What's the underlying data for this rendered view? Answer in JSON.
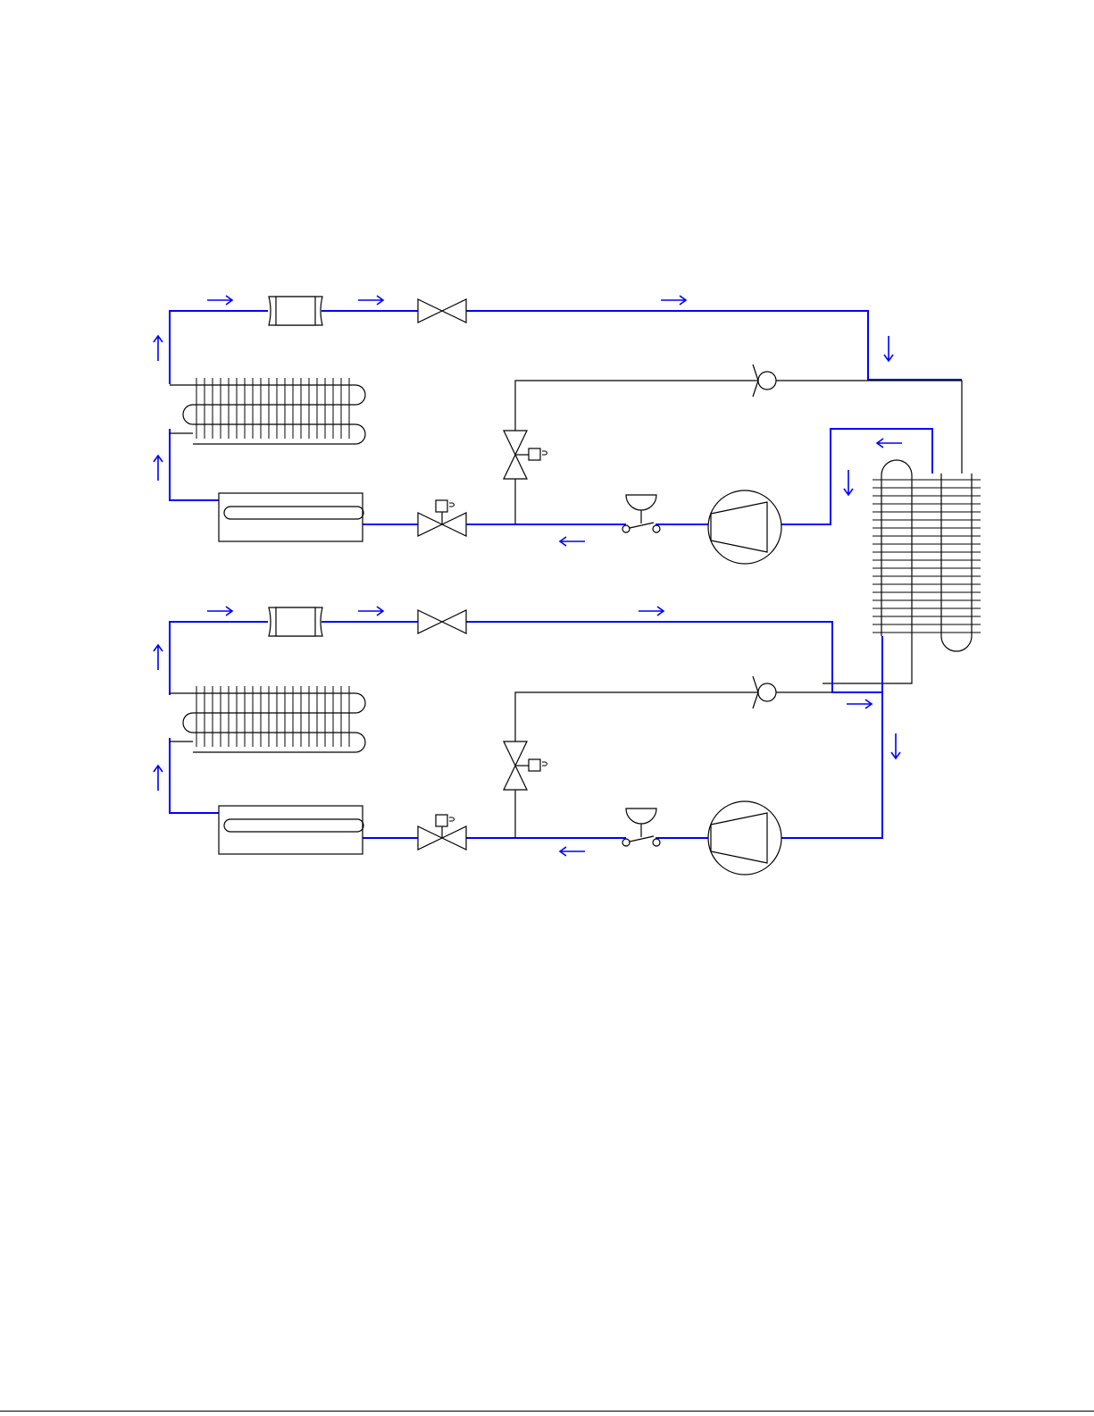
{
  "diagram": {
    "kind": "refrigeration schematic, two circuits sharing one heat exchanger",
    "colors": {
      "refrigerant_line": "#0000ff",
      "drain_line": "#000000",
      "component_outline": "#000000",
      "background": "#ffffff"
    },
    "circuits": [
      {
        "id": "upper",
        "components": [
          "receiver-evaporator",
          "finned-condenser-coil",
          "filter-drier",
          "expansion-valve",
          "check-valve",
          "solenoid-valve-vertical",
          "solenoid-valve-horizontal",
          "pressure-switch",
          "compressor"
        ],
        "flow_arrows": [
          "→",
          "→",
          "→",
          "↓",
          "↑",
          "↑",
          "←",
          "←",
          "↓"
        ]
      },
      {
        "id": "lower",
        "components": [
          "receiver-evaporator",
          "finned-condenser-coil",
          "filter-drier",
          "expansion-valve",
          "check-valve",
          "solenoid-valve-vertical",
          "solenoid-valve-horizontal",
          "pressure-switch",
          "compressor"
        ],
        "flow_arrows": [
          "→",
          "→",
          "→",
          "↑",
          "↑",
          "←",
          "→",
          "↓"
        ]
      }
    ],
    "shared_components": [
      "finned-heat-exchanger"
    ]
  }
}
